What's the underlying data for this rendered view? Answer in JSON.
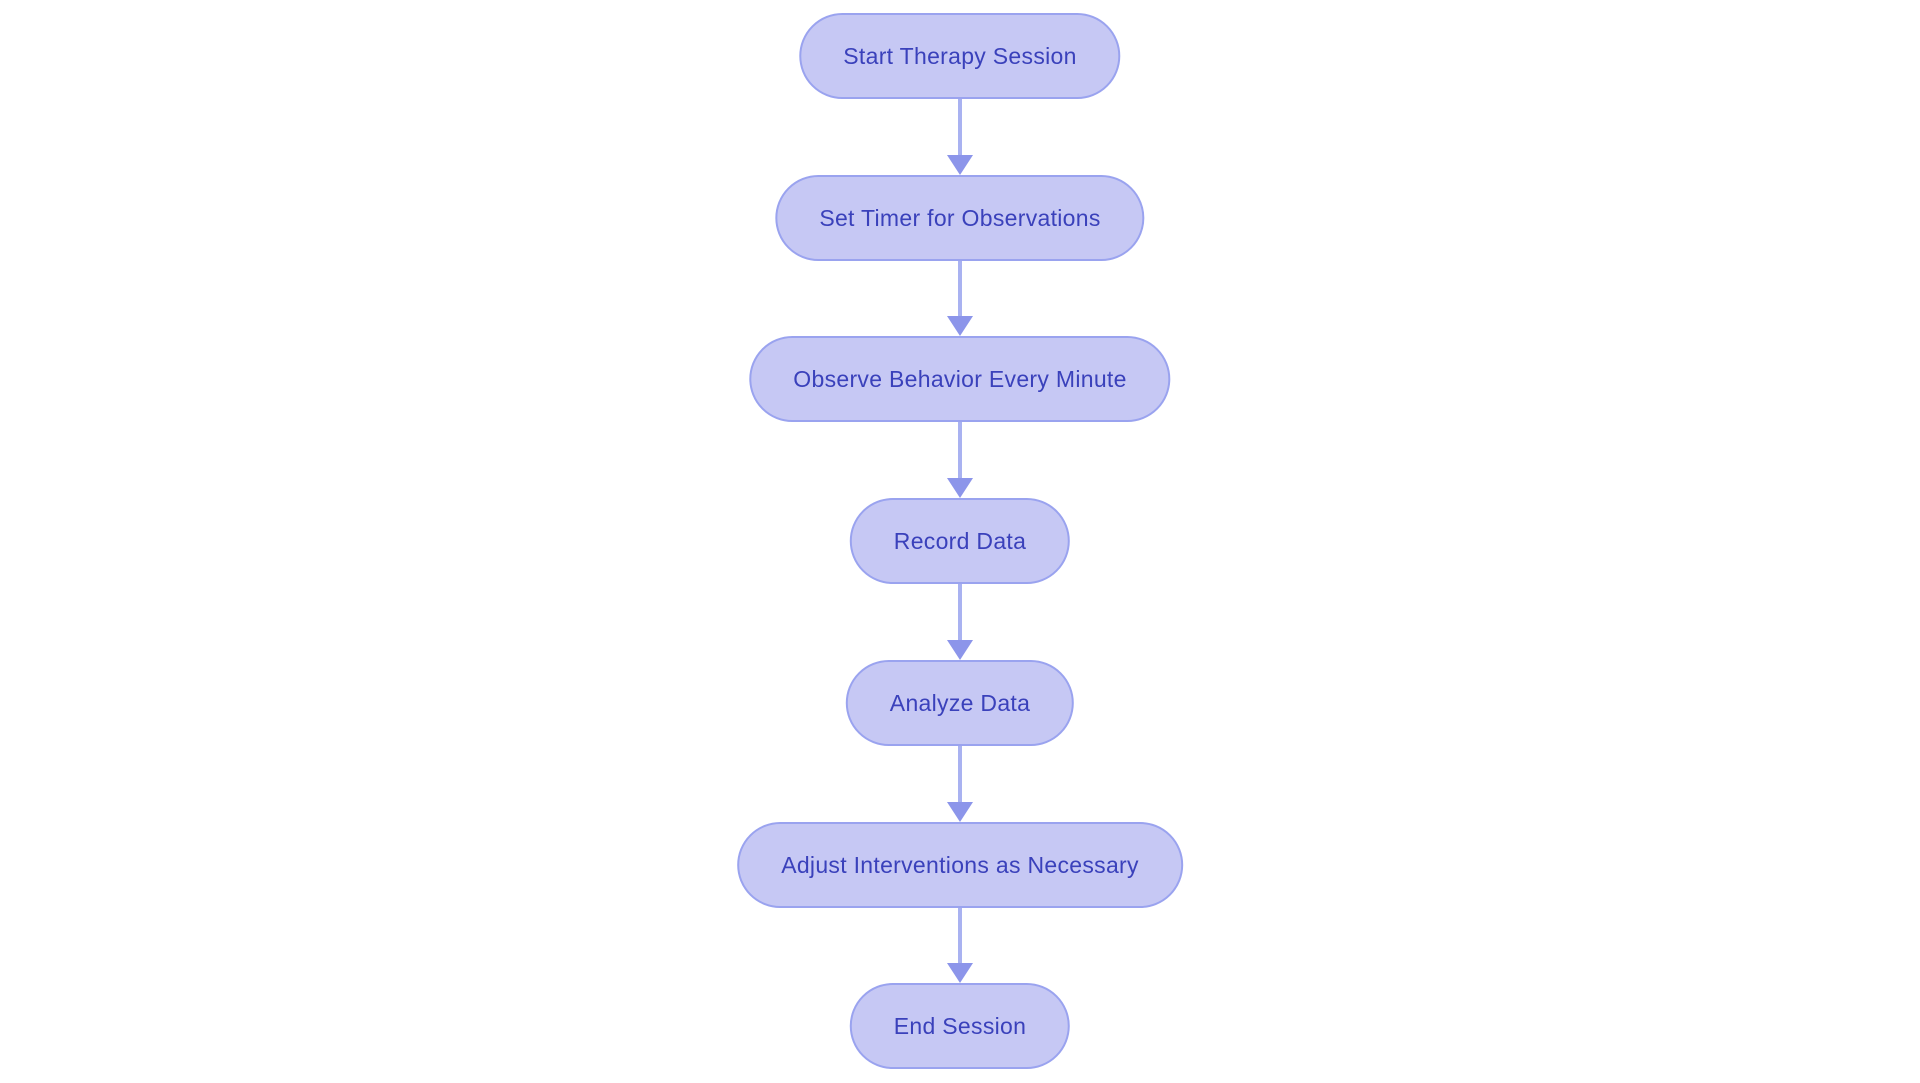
{
  "diagram": {
    "type": "flowchart",
    "direction": "top-to-bottom",
    "background_color": "#ffffff",
    "node_fill_color": "#c6c8f4",
    "node_border_color": "#9aa3ef",
    "node_text_color": "#3a41bb",
    "arrow_line_color": "#a9b2f1",
    "arrow_head_color": "#8c95ea",
    "nodes": [
      {
        "id": "start-therapy-session",
        "label": "Start Therapy Session"
      },
      {
        "id": "set-timer-for-observations",
        "label": "Set Timer for Observations"
      },
      {
        "id": "observe-behavior-every-minute",
        "label": "Observe Behavior Every Minute"
      },
      {
        "id": "record-data",
        "label": "Record Data"
      },
      {
        "id": "analyze-data",
        "label": "Analyze Data"
      },
      {
        "id": "adjust-interventions-as-necessary",
        "label": "Adjust Interventions as Necessary"
      },
      {
        "id": "end-session",
        "label": "End Session"
      }
    ],
    "edges": [
      {
        "from": "start-therapy-session",
        "to": "set-timer-for-observations"
      },
      {
        "from": "set-timer-for-observations",
        "to": "observe-behavior-every-minute"
      },
      {
        "from": "observe-behavior-every-minute",
        "to": "record-data"
      },
      {
        "from": "record-data",
        "to": "analyze-data"
      },
      {
        "from": "analyze-data",
        "to": "adjust-interventions-as-necessary"
      },
      {
        "from": "adjust-interventions-as-necessary",
        "to": "end-session"
      }
    ]
  }
}
